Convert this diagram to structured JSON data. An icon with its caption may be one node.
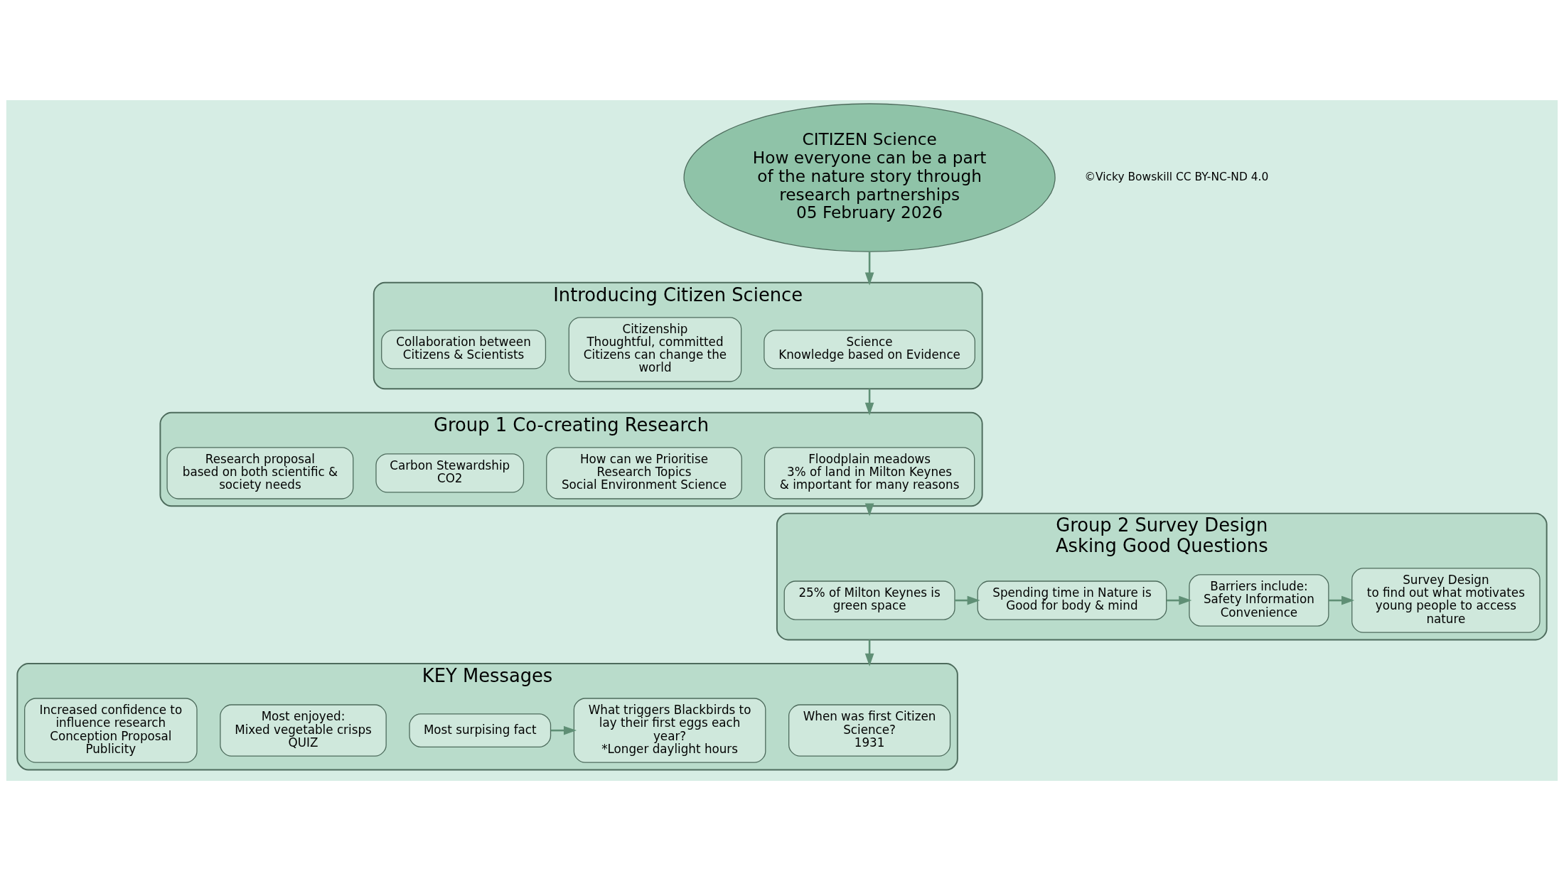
{
  "diagram": {
    "nodes": [
      {
        "text": [
          "CITIZEN Science",
          "How everyone can be a part of the nature story through research partnerships",
          "05 February 2026"
        ]
      },
      {
        "text": [
          "Introducing Citizen Science"
        ]
      },
      {
        "text": [
          "Science",
          "Knowledge based on Evidence"
        ],
        "in": 1
      },
      {
        "text": [
          "Citizenship",
          "Thoughtful, committed Citizens can change the world"
        ],
        "in": 1
      },
      {
        "text": [
          "Collaboration between Citizens & Scientists"
        ],
        "in": 1
      },
      {
        "text": [
          "Group 1 Co-creating Research"
        ]
      },
      {
        "text": [
          "Floodplain meadows",
          "3% of land in Milton Keynes & important for many reasons"
        ],
        "in": 5
      },
      {
        "text": [
          "How can we Prioritise",
          "Research Topics",
          "Social Environment Science"
        ],
        "in": 5
      },
      {
        "text": [
          "Carbon Stewardship",
          "CO2"
        ],
        "in": 5
      },
      {
        "text": [
          "Research proposal",
          "based on both scientific & society needs"
        ],
        "in": 5
      },
      {
        "text": [
          "Group 2 Survey Design",
          "Asking Good Questions"
        ]
      },
      {
        "text": [
          "25% of Milton Keynes is green space"
        ],
        "in": 10
      },
      {
        "text": [
          "Spending time in Nature is Good for body & mind"
        ],
        "in": 10
      },
      {
        "text": [
          "Barriers include:",
          "Safety Information Convenience"
        ],
        "in": 10
      },
      {
        "text": [
          "Survey Design",
          "to find out what motivates young people to access nature"
        ],
        "in": 10
      },
      {
        "text": [
          "KEY Messages"
        ]
      },
      {
        "text": [
          "When was first Citizen Science?",
          "1931"
        ],
        "in": 15
      },
      {
        "text": [
          "Most surpising fact"
        ],
        "in": 15
      },
      {
        "text": [
          "What triggers Blackbirds to lay their first eggs each year?",
          "*Longer daylight hours"
        ],
        "in": 15
      },
      {
        "text": [
          "Most enjoyed:",
          "Mixed vegetable crisps",
          "QUIZ"
        ],
        "in": 15
      },
      {
        "text": [
          "Increased confidence to influence research",
          "Conception Proposal Publicity"
        ],
        "in": 15
      }
    ],
    "edges": [
      {
        "from": 0,
        "to": 1,
        "arrow": "to"
      },
      {
        "from": 1,
        "to": 5,
        "arrow": "to"
      },
      {
        "from": 5,
        "to": 10,
        "arrow": "to"
      },
      {
        "from": 10,
        "to": 15,
        "arrow": "to"
      },
      {
        "from": 11,
        "to": 12,
        "arrow": "to"
      },
      {
        "from": 12,
        "to": 13,
        "arrow": "to"
      },
      {
        "from": 13,
        "to": 14,
        "arrow": "to"
      },
      {
        "from": 17,
        "to": 18,
        "arrow": "to"
      }
    ],
    "labels": [
      "©Vicky Bowskill CC BY-NC-ND 4.0"
    ]
  }
}
